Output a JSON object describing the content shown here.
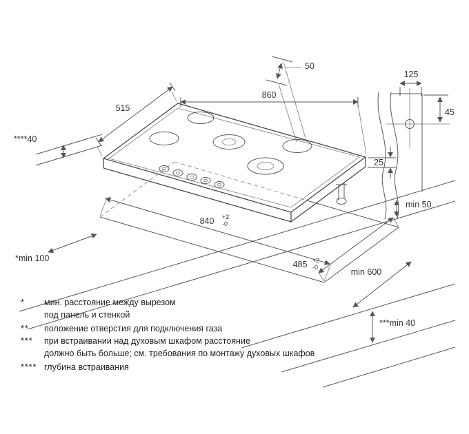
{
  "drawing": {
    "dims": {
      "d50": "50",
      "d860": "860",
      "d515": "515",
      "d40_embed": "****40",
      "d125": "125",
      "d45": "45",
      "d25": "25",
      "dmin50": "min 50",
      "d840": "840",
      "d840_tol_plus": "+2",
      "d840_tol_minus": "-0",
      "d485": "485",
      "d485_tol_plus": "+2",
      "d485_tol_minus": "-0",
      "dmin600": "min 600",
      "dmin100": "*min 100",
      "dmin40": "***min 40"
    },
    "colors": {
      "line": "#565656",
      "text": "#333333",
      "background": "#ffffff"
    }
  },
  "footnotes": [
    {
      "marker": "*",
      "lines": [
        "мин. расстояние между вырезом",
        "под панель и стенкой"
      ]
    },
    {
      "marker": "**",
      "lines": [
        "положение отверстия для подключения газа"
      ]
    },
    {
      "marker": "***",
      "lines": [
        "при встраивании над духовым шкафом расстояние",
        "должно быть больше; см. требования по монтажу духовых шкафов"
      ]
    },
    {
      "marker": "****",
      "lines": [
        "глубина встраивания"
      ]
    }
  ]
}
